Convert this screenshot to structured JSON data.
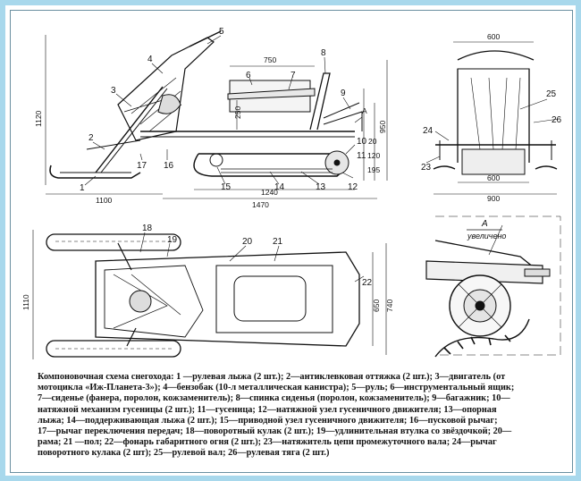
{
  "diagram": {
    "side_view": {
      "callouts": [
        "1",
        "2",
        "3",
        "4",
        "5",
        "6",
        "7",
        "8",
        "9",
        "10",
        "11",
        "12",
        "13",
        "14",
        "15",
        "16",
        "17"
      ],
      "dims": {
        "seat_len": "750",
        "body_h": "250",
        "total_h": "1120",
        "rear_h": "950",
        "d20": "20",
        "d120": "120",
        "d195": "195",
        "d1100": "1100",
        "d1240": "1240",
        "d1470": "1470",
        "label_a": "A"
      }
    },
    "rear_view": {
      "callouts": [
        "23",
        "24",
        "25",
        "26"
      ],
      "dims": {
        "top_w": "600",
        "mid_w": "600",
        "bottom_w": "900"
      }
    },
    "top_view": {
      "callouts": [
        "18",
        "19",
        "20",
        "21",
        "22"
      ],
      "dims": {
        "len": "1110",
        "w650": "650",
        "w740": "740"
      }
    },
    "detail_view": {
      "title_letter": "A",
      "title_word": "увеличено"
    },
    "caption": [
      "Компоновочная схема снегохода: 1 —рулевая лыжа (2 шт.); 2—антиклевковая оттяжка (2 шт.); 3—двигатель (от",
      "мотоцикла «Иж-Планета-3»); 4—бензобак (10-л металлическая канистра); 5—руль; 6—инструментальный ящик;",
      "7—сиденье (фанера, поролон, кожзаменитель); 8—спинка сиденья (поролон, кожзаменитель); 9—багажник; 10—",
      "натяжной механизм гусеницы (2 шт.); 11—гусеница; 12—натяжной узел гусеничного движителя; 13—опорная",
      "лыжа; 14—поддерживающая лыжа (2 шт.); 15—приводной узел гусеничного движителя; 16—пусковой рычаг;",
      "17—рычаг переключения передач; 18—поворотный кулак (2 шт.); 19—удлинительная втулка со звёздочкой; 20—",
      "рама; 21 —пол; 22—фонарь габаритного огня (2 шт.); 23—натяжитель цепи промежуточного вала; 24—рычаг",
      "поворотного кулака (2 шт); 25—рулевой вал; 26—рулевая тяга (2 шт.)"
    ]
  }
}
